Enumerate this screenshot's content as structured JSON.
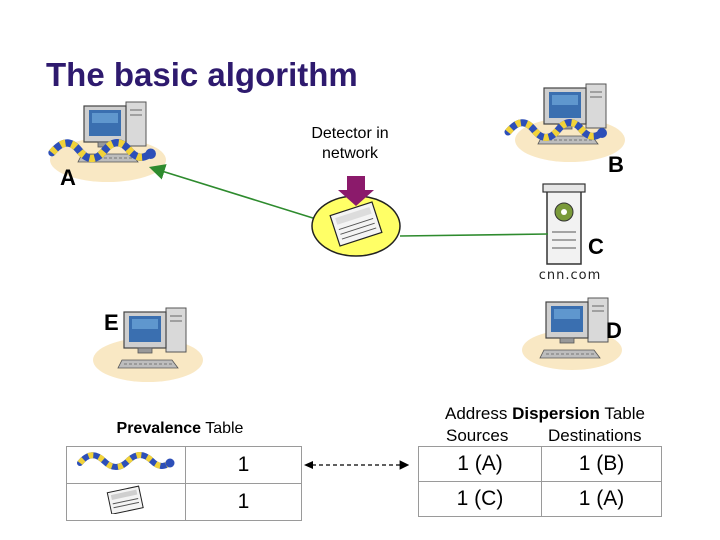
{
  "title": "The basic algorithm",
  "nodes": {
    "a": "A",
    "b": "B",
    "c": "C",
    "d": "D",
    "e": "E"
  },
  "detector": {
    "line1": "Detector in",
    "line2": "network"
  },
  "server_name": "cnn.com",
  "prevalence_table": {
    "title_bold": "Prevalence",
    "title_rest": " Table",
    "rows": [
      {
        "icon": "worm-icon",
        "count": "1"
      },
      {
        "icon": "newspaper-icon",
        "count": "1"
      }
    ]
  },
  "dispersion_table": {
    "title_pre": "Address ",
    "title_bold": "Dispersion",
    "title_post": " Table",
    "columns": [
      "Sources",
      "Destinations"
    ],
    "rows": [
      {
        "sources": "1 (A)",
        "destinations": "1 (B)"
      },
      {
        "sources": "1 (C)",
        "destinations": "1 (A)"
      }
    ]
  },
  "colors": {
    "title": "#2e1a6e",
    "link_line": "#2e8b2e",
    "detector_arrow": "#8b1a6b",
    "detector_blob": "#ffff66"
  }
}
